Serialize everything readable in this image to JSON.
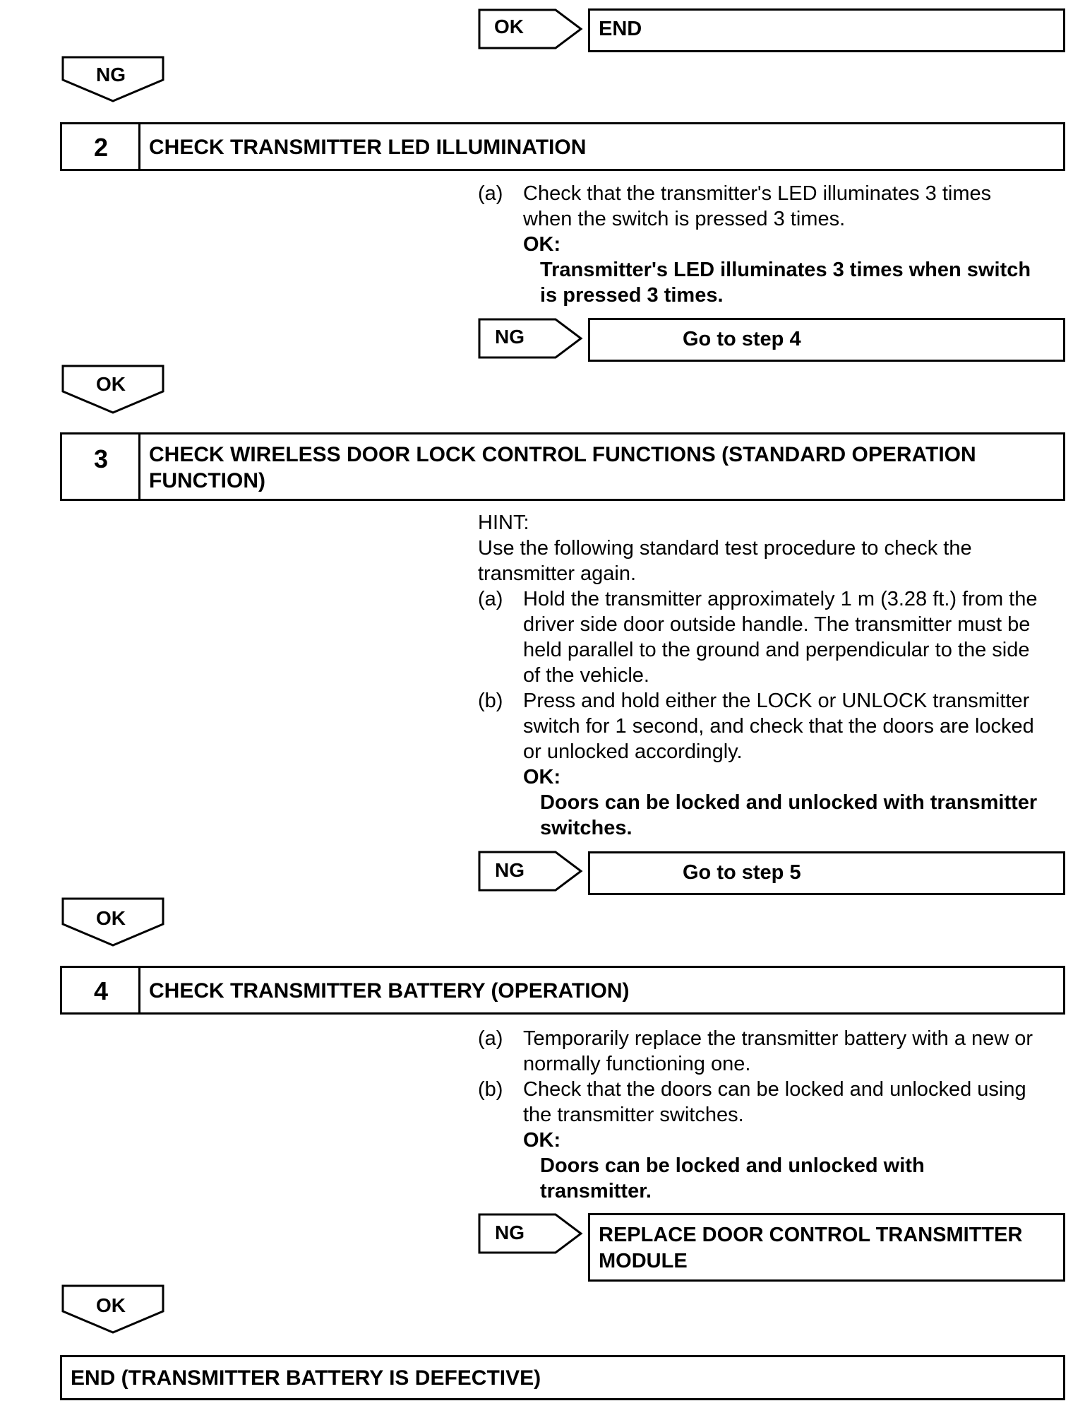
{
  "flow": {
    "ok_label": "OK",
    "ng_label": "NG",
    "end_label": "END"
  },
  "step2": {
    "number": "2",
    "title": "CHECK TRANSMITTER LED ILLUMINATION",
    "item_a_label": "(a)",
    "item_a_line1": "Check that the transmitter's LED illuminates 3 times",
    "item_a_line2": "when the switch is pressed 3 times.",
    "ok_heading": "OK:",
    "ok_line1": "Transmitter's LED illuminates 3 times when switch",
    "ok_line2": "is pressed 3 times.",
    "ng_result": "Go to step 4"
  },
  "step3": {
    "number": "3",
    "title_line1": "CHECK WIRELESS DOOR LOCK CONTROL FUNCTIONS (STANDARD OPERATION",
    "title_line2": "FUNCTION)",
    "hint": "HINT:",
    "hint_line1": "Use the following standard test procedure to check the",
    "hint_line2": "transmitter again.",
    "item_a_label": "(a)",
    "item_a_line1": "Hold the transmitter approximately 1 m (3.28 ft.) from the",
    "item_a_line2": "driver side door outside handle. The transmitter must be",
    "item_a_line3": "held parallel to the ground and perpendicular to the side",
    "item_a_line4": "of the vehicle.",
    "item_b_label": "(b)",
    "item_b_line1": "Press and hold either the LOCK or UNLOCK transmitter",
    "item_b_line2": "switch for 1 second, and check that the doors are locked",
    "item_b_line3": "or unlocked accordingly.",
    "ok_heading": "OK:",
    "ok_line1": "Doors can be locked and unlocked with transmitter",
    "ok_line2": "switches.",
    "ng_result": "Go to step 5"
  },
  "step4": {
    "number": "4",
    "title": "CHECK TRANSMITTER BATTERY (OPERATION)",
    "item_a_label": "(a)",
    "item_a_line1": "Temporarily replace the transmitter battery with a new or",
    "item_a_line2": "normally functioning one.",
    "item_b_label": "(b)",
    "item_b_line1": "Check that the doors can be locked and unlocked using",
    "item_b_line2": "the transmitter switches.",
    "ok_heading": "OK:",
    "ok_line1": "Doors can be locked and unlocked with",
    "ok_line2": "transmitter.",
    "ng_result_line1": "REPLACE DOOR CONTROL TRANSMITTER",
    "ng_result_line2": "MODULE"
  },
  "final": {
    "result": "END (TRANSMITTER BATTERY IS DEFECTIVE)"
  }
}
